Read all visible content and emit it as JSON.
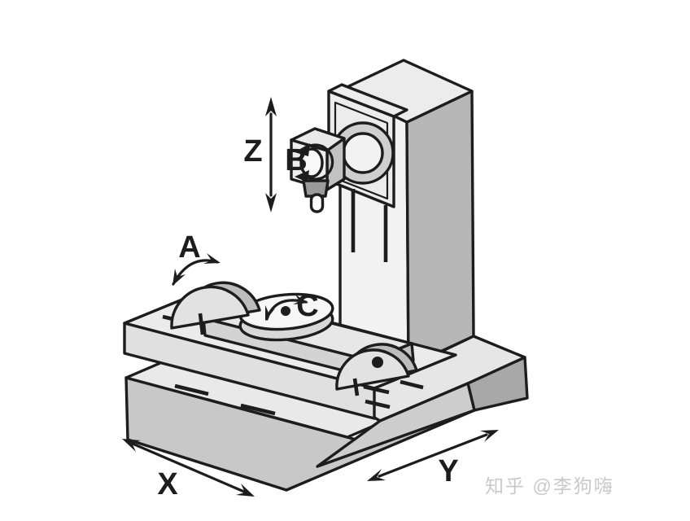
{
  "diagram": {
    "description": "Isometric line illustration of a 5-axis milling machine with labeled motion axes",
    "axis_labels": {
      "x": "X",
      "y": "Y",
      "z": "Z",
      "a": "A",
      "b": "B",
      "c": "C"
    },
    "watermark": "知乎 @李狗嗨",
    "colors": {
      "outline": "#1d1d1d",
      "background": "#ffffff",
      "face_top_light": "#ececec",
      "face_front_light": "#e4e4e4",
      "face_side_dark": "#b7b7b7",
      "face_base_medium": "#c8c8c8",
      "watermark": "#c9c9c9"
    }
  }
}
